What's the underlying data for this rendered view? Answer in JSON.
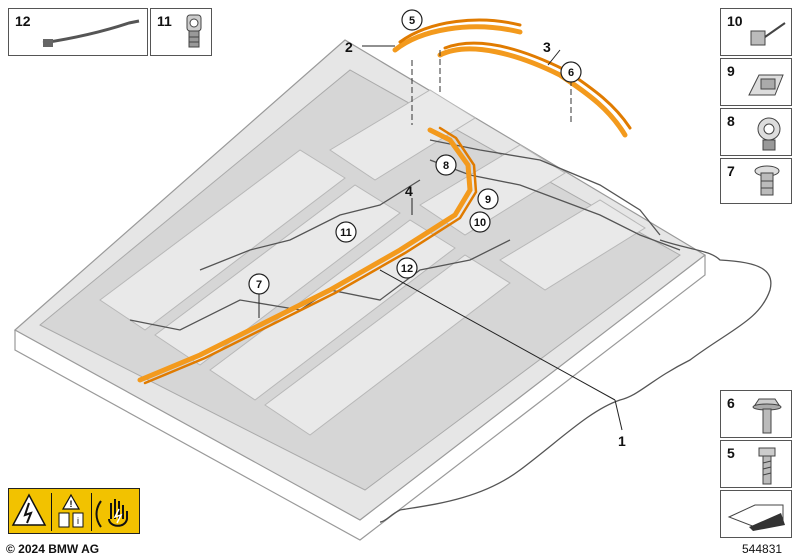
{
  "side_parts_right": [
    {
      "number": "10",
      "icon": "clip-icon"
    },
    {
      "number": "9",
      "icon": "bracket-icon"
    },
    {
      "number": "8",
      "icon": "cable-clamp-icon"
    },
    {
      "number": "7",
      "icon": "expanding-rivet-icon"
    }
  ],
  "top_left_parts": [
    {
      "number": "12",
      "icon": "cable-tie-icon"
    },
    {
      "number": "11",
      "icon": "grommet-icon"
    }
  ],
  "bolt_parts": [
    {
      "number": "6",
      "icon": "flange-bolt-icon"
    },
    {
      "number": "5",
      "icon": "screw-icon"
    }
  ],
  "diagram_labels": {
    "l1": "1",
    "l2": "2",
    "l3": "3",
    "l4": "4"
  },
  "callouts": {
    "c5": "5",
    "c6": "6",
    "c7": "7",
    "c8": "8",
    "c9": "9",
    "c10": "10",
    "c11": "11",
    "c12": "12"
  },
  "footer": {
    "copyright": "© 2024 BMW AG",
    "document_number": "544831"
  },
  "colors": {
    "cable_orange": "#f39a1d",
    "tray_gray": "#d9d9d9",
    "warning_yellow": "#f2c200"
  }
}
